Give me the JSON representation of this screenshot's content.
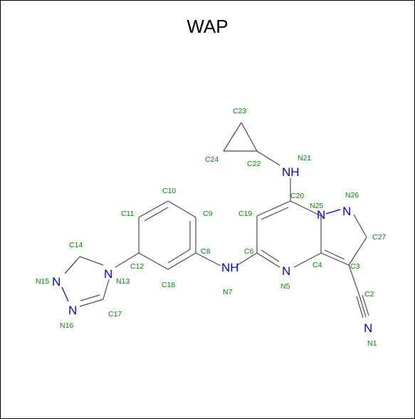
{
  "diagram": {
    "title": "WAP",
    "heteroatoms": [
      {
        "id": "n21",
        "symbol": "NH"
      },
      {
        "id": "n7",
        "symbol": "NH"
      },
      {
        "id": "n5",
        "symbol": "N"
      },
      {
        "id": "n25",
        "symbol": "N"
      },
      {
        "id": "n26",
        "symbol": "N"
      },
      {
        "id": "n1",
        "symbol": "N"
      },
      {
        "id": "n13",
        "symbol": "N"
      },
      {
        "id": "n15",
        "symbol": "N"
      },
      {
        "id": "n16",
        "symbol": "N"
      }
    ],
    "atom_labels": [
      "C23",
      "C24",
      "C22",
      "N21",
      "C20",
      "N26",
      "N25",
      "C10",
      "C11",
      "C9",
      "C19",
      "C27",
      "C14",
      "C8",
      "C6",
      "C12",
      "N13",
      "C4",
      "C3",
      "N15",
      "N7",
      "N5",
      "C18",
      "C2",
      "C17",
      "N16",
      "N1"
    ],
    "colors": {
      "bond": "#4a4a4a",
      "nitrogen": "#0000dd",
      "atom_label": "#008a00"
    }
  }
}
